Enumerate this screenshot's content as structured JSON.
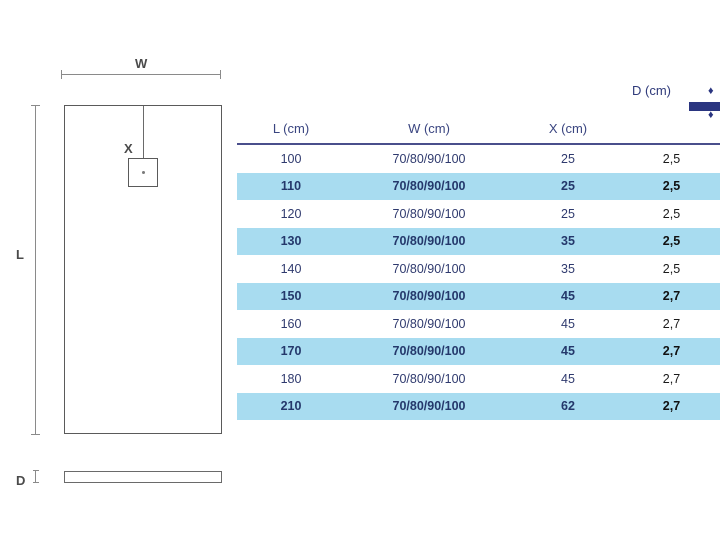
{
  "drawing": {
    "width_label": "W",
    "length_label": "L",
    "drain_label": "X",
    "depth_label": "D",
    "shapes": {
      "tray_top_view": "rectangle",
      "drain": "square",
      "profile_side_view": "thin-rectangle"
    }
  },
  "legend": {
    "depth_label": "D (cm)",
    "arrow_up": "♦",
    "arrow_down": "♦",
    "bar_color": "#2a3580"
  },
  "table": {
    "headers": [
      "L (cm)",
      "W (cm)",
      "X (cm)",
      "D (cm)"
    ],
    "rows": [
      {
        "l": "100",
        "w": "70/80/90/100",
        "x": "25",
        "d": "2,5"
      },
      {
        "l": "110",
        "w": "70/80/90/100",
        "x": "25",
        "d": "2,5"
      },
      {
        "l": "120",
        "w": "70/80/90/100",
        "x": "25",
        "d": "2,5"
      },
      {
        "l": "130",
        "w": "70/80/90/100",
        "x": "35",
        "d": "2,5"
      },
      {
        "l": "140",
        "w": "70/80/90/100",
        "x": "35",
        "d": "2,5"
      },
      {
        "l": "150",
        "w": "70/80/90/100",
        "x": "45",
        "d": "2,7"
      },
      {
        "l": "160",
        "w": "70/80/90/100",
        "x": "45",
        "d": "2,7"
      },
      {
        "l": "170",
        "w": "70/80/90/100",
        "x": "45",
        "d": "2,7"
      },
      {
        "l": "180",
        "w": "70/80/90/100",
        "x": "45",
        "d": "2,7"
      },
      {
        "l": "210",
        "w": "70/80/90/100",
        "x": "62",
        "d": "2,7"
      }
    ]
  },
  "colors": {
    "row_highlight": "#a8dcf0",
    "header_text": "#3a4580",
    "header_rule": "#4a4f8c",
    "navy": "#2a3580",
    "line_gray": "#5a5a5a"
  }
}
